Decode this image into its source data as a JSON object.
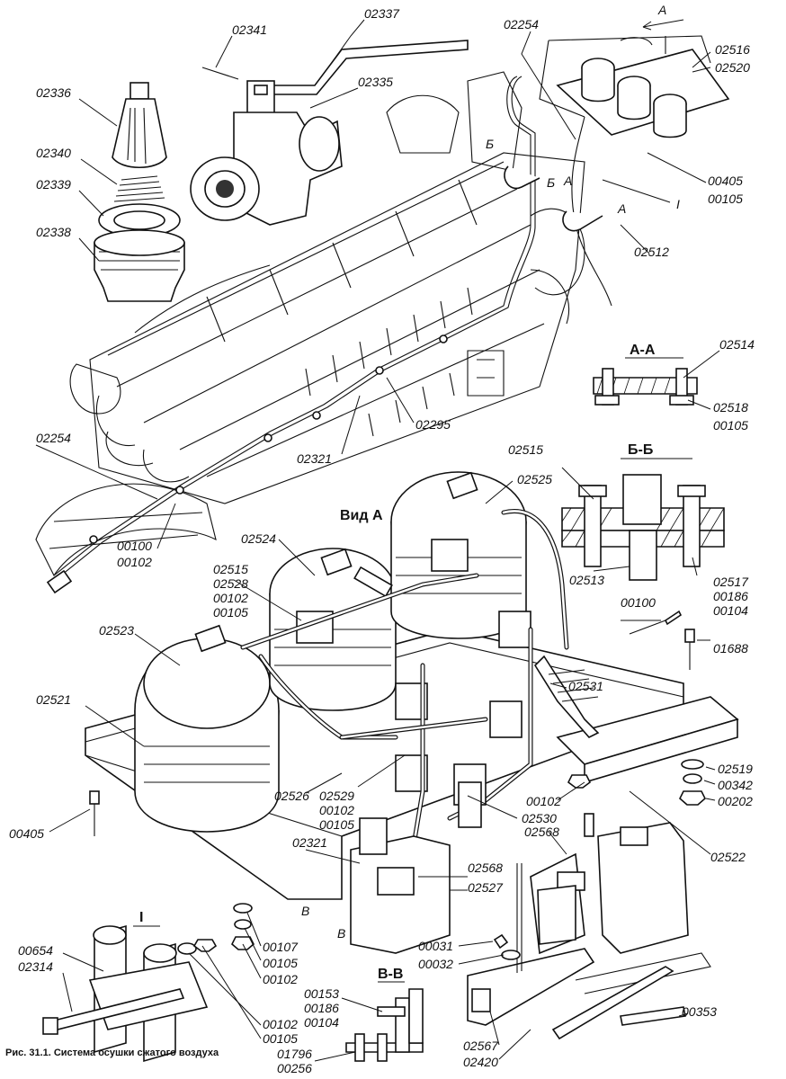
{
  "caption": "Рис. 31.1. Система осушки сжатого воздуха",
  "section_labels": {
    "aa": "А-А",
    "bb": "Б-Б",
    "vv": "В-В",
    "view_a": "Вид А",
    "detail_i": "I",
    "arrow_a": "А",
    "mark_b": "Б",
    "mark_i": "I",
    "mark_v": "В"
  },
  "parts": [
    {
      "id": "p02341",
      "text": "02341"
    },
    {
      "id": "p02337",
      "text": "02337"
    },
    {
      "id": "p02335",
      "text": "02335"
    },
    {
      "id": "p02336",
      "text": "02336"
    },
    {
      "id": "p02340",
      "text": "02340"
    },
    {
      "id": "p02339",
      "text": "02339"
    },
    {
      "id": "p02338",
      "text": "02338"
    },
    {
      "id": "p02254a",
      "text": "02254"
    },
    {
      "id": "p02516",
      "text": "02516"
    },
    {
      "id": "p02520",
      "text": "02520"
    },
    {
      "id": "p00405a",
      "text": "00405"
    },
    {
      "id": "p00105a",
      "text": "00105"
    },
    {
      "id": "p02512",
      "text": "02512"
    },
    {
      "id": "p02514",
      "text": "02514"
    },
    {
      "id": "p02518",
      "text": "02518"
    },
    {
      "id": "p00105b",
      "text": "00105"
    },
    {
      "id": "p02295",
      "text": "02295"
    },
    {
      "id": "p02321a",
      "text": "02321"
    },
    {
      "id": "p02254b",
      "text": "02254"
    },
    {
      "id": "p02515a",
      "text": "02515"
    },
    {
      "id": "p02525",
      "text": "02525"
    },
    {
      "id": "p00100a",
      "text": "00100"
    },
    {
      "id": "p00102a",
      "text": "00102"
    },
    {
      "id": "p02524",
      "text": "02524"
    },
    {
      "id": "p02513",
      "text": "02513"
    },
    {
      "id": "p02517",
      "text": "02517"
    },
    {
      "id": "p00186a",
      "text": "00186"
    },
    {
      "id": "p00104a",
      "text": "00104"
    },
    {
      "id": "p00100b",
      "text": "00100"
    },
    {
      "id": "p01688",
      "text": "01688"
    },
    {
      "id": "p02515b",
      "text": "02515"
    },
    {
      "id": "p02528",
      "text": "02528"
    },
    {
      "id": "p00102b",
      "text": "00102"
    },
    {
      "id": "p00105c",
      "text": "00105"
    },
    {
      "id": "p02523",
      "text": "02523"
    },
    {
      "id": "p02531",
      "text": "02531"
    },
    {
      "id": "p02521",
      "text": "02521"
    },
    {
      "id": "p02519",
      "text": "02519"
    },
    {
      "id": "p00342",
      "text": "00342"
    },
    {
      "id": "p00202",
      "text": "00202"
    },
    {
      "id": "p02526",
      "text": "02526"
    },
    {
      "id": "p02529",
      "text": "02529"
    },
    {
      "id": "p00102c",
      "text": "00102"
    },
    {
      "id": "p00105d",
      "text": "00105"
    },
    {
      "id": "p00102d",
      "text": "00102"
    },
    {
      "id": "p02530",
      "text": "02530"
    },
    {
      "id": "p00405b",
      "text": "00405"
    },
    {
      "id": "p02522",
      "text": "02522"
    },
    {
      "id": "p02568a",
      "text": "02568"
    },
    {
      "id": "p02321b",
      "text": "02321"
    },
    {
      "id": "p02568b",
      "text": "02568"
    },
    {
      "id": "p02527",
      "text": "02527"
    },
    {
      "id": "p00107",
      "text": "00107"
    },
    {
      "id": "p00105e",
      "text": "00105"
    },
    {
      "id": "p00102e",
      "text": "00102"
    },
    {
      "id": "p00654",
      "text": "00654"
    },
    {
      "id": "p02314",
      "text": "02314"
    },
    {
      "id": "p00031",
      "text": "00031"
    },
    {
      "id": "p00032",
      "text": "00032"
    },
    {
      "id": "p00153",
      "text": "00153"
    },
    {
      "id": "p00186b",
      "text": "00186"
    },
    {
      "id": "p00104b",
      "text": "00104"
    },
    {
      "id": "p00102f",
      "text": "00102"
    },
    {
      "id": "p00105f",
      "text": "00105"
    },
    {
      "id": "p00353",
      "text": "00353"
    },
    {
      "id": "p02567",
      "text": "02567"
    },
    {
      "id": "p02420",
      "text": "02420"
    },
    {
      "id": "p01796",
      "text": "01796"
    },
    {
      "id": "p00256",
      "text": "00256"
    }
  ]
}
